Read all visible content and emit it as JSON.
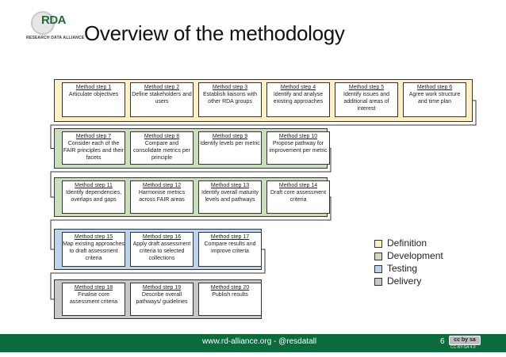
{
  "header": {
    "logo_text": "RDA",
    "logo_subtext": "RESEARCH DATA ALLIANCE",
    "title": "Overview of the methodology"
  },
  "colors": {
    "definition": "#fdf0c4",
    "development": "#c8dfb9",
    "testing": "#bcd3ee",
    "delivery": "#c8c8c8",
    "footer": "#0b6b3d"
  },
  "steps": [
    {
      "heading": "Method step 1",
      "desc": "Articulate objectives",
      "phase": "definition"
    },
    {
      "heading": "Method step 2",
      "desc": "Define stakeholders and users",
      "phase": "definition"
    },
    {
      "heading": "Method step 3",
      "desc": "Establish liaisons with other RDA groups",
      "phase": "definition"
    },
    {
      "heading": "Method step 4",
      "desc": "Identify and analyse existing approaches",
      "phase": "definition"
    },
    {
      "heading": "Method step 5",
      "desc": "Identify issues and additional areas of interest",
      "phase": "definition"
    },
    {
      "heading": "Method step 6",
      "desc": "Agree work structure and time plan",
      "phase": "definition"
    },
    {
      "heading": "Method step 7",
      "desc": "Consider each of the FAIR principles and their facets",
      "phase": "development"
    },
    {
      "heading": "Method step 8",
      "desc": "Compare and consolidate metrics per principle",
      "phase": "development"
    },
    {
      "heading": "Method step 9",
      "desc": "Identify levels per metric",
      "phase": "development"
    },
    {
      "heading": "Method step 10",
      "desc": "Propose pathway for improvement per metric",
      "phase": "development"
    },
    {
      "heading": "Method step 11",
      "desc": "Identify dependencies, overlaps and gaps",
      "phase": "development"
    },
    {
      "heading": "Method step 12",
      "desc": "Harmonise metrics across FAIR areas",
      "phase": "development"
    },
    {
      "heading": "Method step 13",
      "desc": "Identify overall maturity levels and pathways",
      "phase": "development"
    },
    {
      "heading": "Method step 14",
      "desc": "Draft core assessment criteria",
      "phase": "development"
    },
    {
      "heading": "Method step 15",
      "desc": "Map existing approaches to draft assessment criteria",
      "phase": "testing"
    },
    {
      "heading": "Method step 16",
      "desc": "Apply draft assessment criteria to selected collections",
      "phase": "testing"
    },
    {
      "heading": "Method step 17",
      "desc": "Compare results and improve criteria",
      "phase": "testing"
    },
    {
      "heading": "Method step 18",
      "desc": "Finalise core assessment criteria",
      "phase": "delivery"
    },
    {
      "heading": "Method step 19",
      "desc": "Describe overall pathways/ guidelines",
      "phase": "delivery"
    },
    {
      "heading": "Method step 20",
      "desc": "Publish results",
      "phase": "delivery"
    }
  ],
  "legend": [
    {
      "label": "Definition",
      "phase": "definition"
    },
    {
      "label": "Development",
      "phase": "development"
    },
    {
      "label": "Testing",
      "phase": "testing"
    },
    {
      "label": "Delivery",
      "phase": "delivery"
    }
  ],
  "footer": {
    "text": "www.rd-alliance.org -  @resdatall",
    "page": "6",
    "license_badge": "cc by sa",
    "license": "CC-BY-SA 4.0"
  }
}
